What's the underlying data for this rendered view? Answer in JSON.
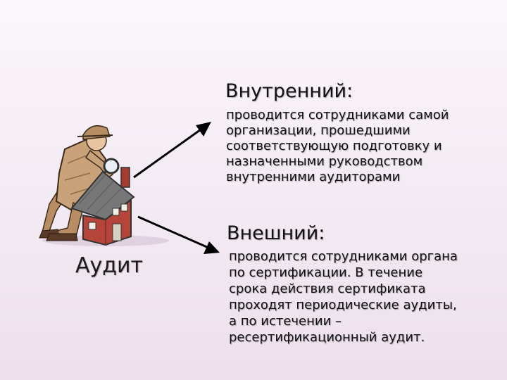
{
  "internal": {
    "title": "Внутренний:",
    "lines": [
      "проводится сотрудниками самой",
      "организации, прошедшими",
      "соответствующую подготовку и",
      "назначенными руководством",
      "внутренними аудиторами"
    ]
  },
  "external": {
    "title": "Внешний:",
    "lines": [
      "проводится сотрудниками органа",
      "по сертификации. В течение",
      "срока действия сертификата",
      "проходят периодические аудиты,",
      "а по истечении –",
      "ресертификационный аудит."
    ]
  },
  "audit_label": "Аудит",
  "colors": {
    "background_top": "#fbf7fb",
    "background_bottom": "#ece0ec",
    "text": "#111111",
    "arrow": "#000000",
    "house_wall": "#b5453a",
    "roof": "#777777",
    "coat": "#c9a27a"
  },
  "icons": [
    "detective-house-illustration",
    "arrow-up-right-icon",
    "arrow-down-right-icon"
  ]
}
